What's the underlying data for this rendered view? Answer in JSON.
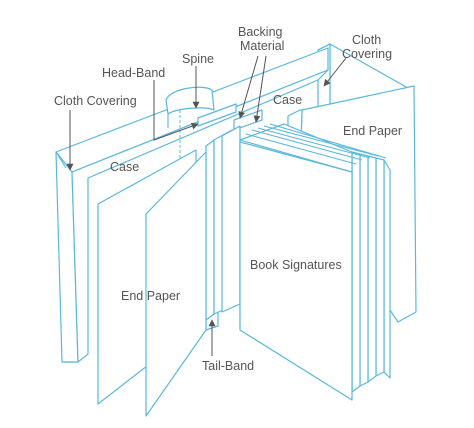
{
  "labels": {
    "backing_material_line1": "Backing",
    "backing_material_line2": "Material",
    "cloth_covering_right_line1": "Cloth",
    "cloth_covering_right_line2": "Covering",
    "spine": "Spine",
    "head_band": "Head-Band",
    "cloth_covering_left": "Cloth Covering",
    "case_right": "Case",
    "end_paper_right": "End Paper",
    "case_left": "Case",
    "book_signatures": "Book Signatures",
    "end_paper_left": "End Paper",
    "tail_band": "Tail-Band"
  },
  "colors": {
    "outline": "#5bb8dc",
    "label_text": "#555555",
    "background": "#ffffff"
  }
}
